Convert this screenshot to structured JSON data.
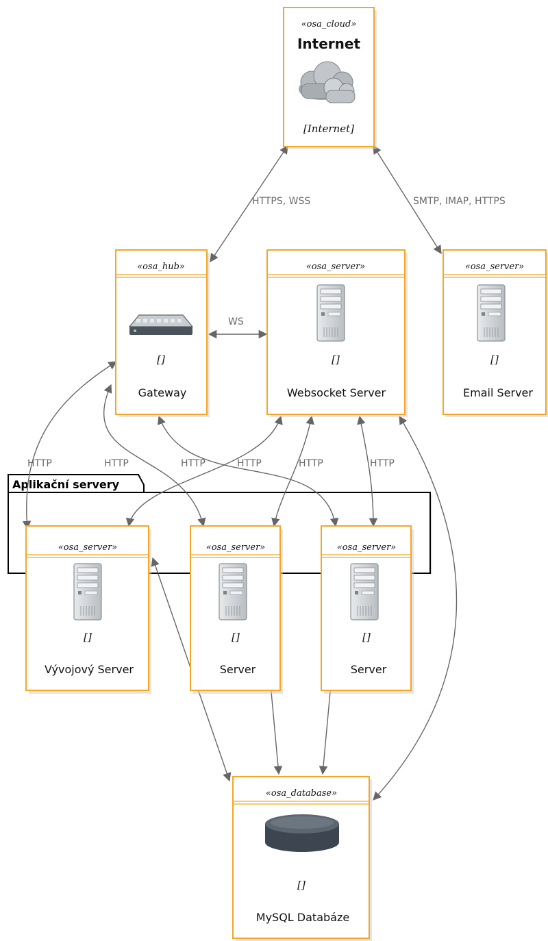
{
  "nodes": {
    "internet": {
      "stereotype": "«osa_cloud»",
      "title": "Internet",
      "technology": "[Internet]",
      "icon": "cloud-icon"
    },
    "gateway": {
      "stereotype": "«osa_hub»",
      "technology": "[]",
      "name": "Gateway",
      "icon": "hub-icon"
    },
    "websocket": {
      "stereotype": "«osa_server»",
      "technology": "[]",
      "name": "Websocket Server",
      "icon": "server-icon"
    },
    "email": {
      "stereotype": "«osa_server»",
      "technology": "[]",
      "name": "Email Server",
      "icon": "server-icon"
    },
    "dev": {
      "stereotype": "«osa_server»",
      "technology": "[]",
      "name": "Vývojový Server",
      "icon": "server-icon"
    },
    "app1": {
      "stereotype": "«osa_server»",
      "technology": "[]",
      "name": "Server",
      "icon": "server-icon"
    },
    "app2": {
      "stereotype": "«osa_server»",
      "technology": "[]",
      "name": "Server",
      "icon": "server-icon"
    },
    "db": {
      "stereotype": "«osa_database»",
      "technology": "[]",
      "name": "MySQL Databáze",
      "icon": "database-icon"
    }
  },
  "package": {
    "title": "Aplikační servery"
  },
  "edges": {
    "internet_gateway": "HTTPS, WSS",
    "internet_email": "SMTP, IMAP, HTTPS",
    "gateway_websocket": "WS",
    "gateway_dev": "HTTP",
    "gateway_app1": "HTTP",
    "gateway_app2": "HTTP",
    "websocket_dev": "HTTP",
    "websocket_app1": "HTTP",
    "websocket_app2": "HTTP"
  },
  "colors": {
    "border": "#f5a623",
    "edge": "#666666",
    "icon": "#3d4650"
  }
}
